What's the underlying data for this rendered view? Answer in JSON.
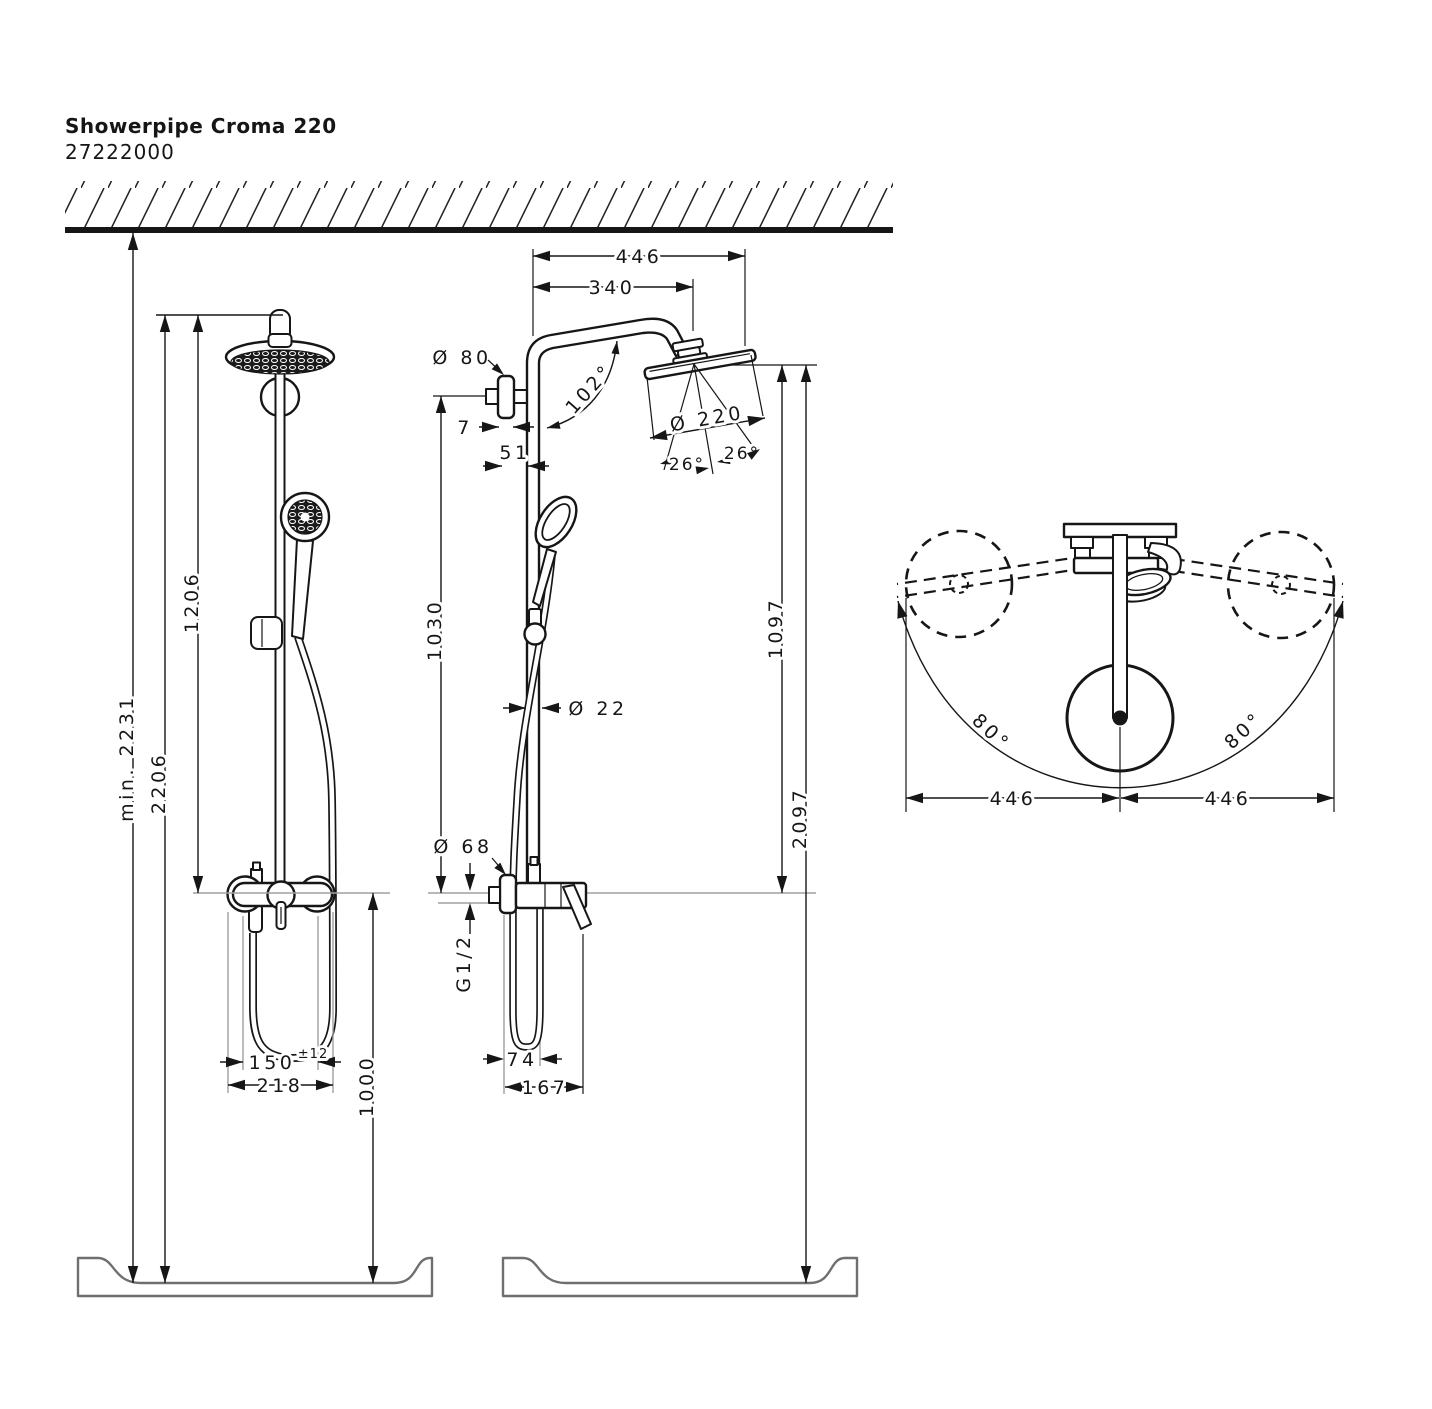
{
  "header": {
    "title": "Showerpipe Croma 220",
    "sku": "27222000"
  },
  "front_view": {
    "min_height": "min. 2231",
    "pipe_height": "2206",
    "upper_height": "1206",
    "lower_height": "1000",
    "connection_spacing": "150",
    "connection_tolerance": "±12",
    "mixer_width": "218"
  },
  "side_view": {
    "arm_reach": "446",
    "arm_projection": "340",
    "plate_diameter": "Ø 80",
    "plate_depth": "7",
    "arm_angle": "102°",
    "head_diameter": "Ø 220",
    "tilt_left": "26°",
    "tilt_right": "26°",
    "wall_offset": "51",
    "riser_height": "1030",
    "pipe_diameter": "Ø 22",
    "head_to_mixer": "1097",
    "head_to_tray": "2097",
    "escutcheon_diameter": "Ø 68",
    "thread_size": "G1/2",
    "hose_offset": "74",
    "mixer_depth": "167"
  },
  "top_view": {
    "swivel_left": "80°",
    "swivel_right": "80°",
    "reach_left": "446",
    "reach_right": "446"
  },
  "colors": {
    "line": "#161616",
    "extension": "#a0a0a0"
  }
}
